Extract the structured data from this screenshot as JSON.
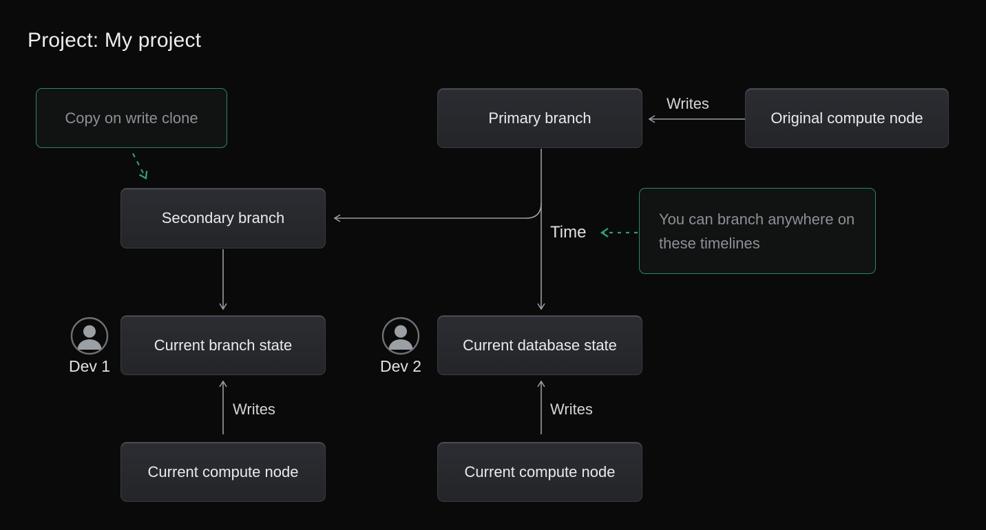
{
  "title": "Project: My project",
  "colors": {
    "background": "#0a0a0b",
    "node_fill_top": "#2b2d32",
    "node_fill_bottom": "#232529",
    "node_border": "#3a3d42",
    "green_border": "#2b8767",
    "green_arrow": "#2f9e70",
    "gray_line": "#9a9ea3",
    "node_text": "#e9eaeb",
    "muted_text": "#8b9196"
  },
  "nodes": {
    "copy_on_write": {
      "label": "Copy on write clone"
    },
    "primary_branch": {
      "label": "Primary branch"
    },
    "original_compute": {
      "label": "Original compute node"
    },
    "secondary_branch": {
      "label": "Secondary branch"
    },
    "branch_note": {
      "label": "You can branch anywhere on these timelines"
    },
    "current_branch_state": {
      "label": "Current branch state"
    },
    "current_database_state": {
      "label": "Current database state"
    },
    "compute_node_left": {
      "label": "Current compute node"
    },
    "compute_node_right": {
      "label": "Current compute node"
    }
  },
  "edge_labels": {
    "writes_top": "Writes",
    "time": "Time",
    "writes_left": "Writes",
    "writes_right": "Writes"
  },
  "devs": {
    "dev1": "Dev 1",
    "dev2": "Dev 2"
  }
}
